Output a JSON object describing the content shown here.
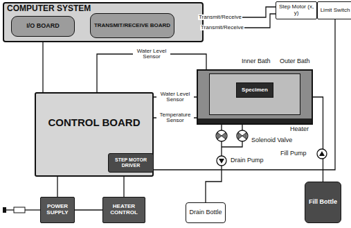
{
  "diagram": {
    "nodes": [
      {
        "text": [
          "COMPUTER SYSTEM"
        ]
      },
      {
        "text": [
          "I/O BOARD"
        ],
        "in": 0
      },
      {
        "text": [
          "TRANSMIT/RECEIVE BOARD"
        ],
        "in": 0
      },
      {
        "text": [
          "Step Motor (x, y)"
        ]
      },
      {
        "text": [
          "Limit Switch"
        ]
      },
      {
        "text": [
          "Outer Bath"
        ]
      },
      {
        "text": [
          "Inner Bath"
        ],
        "in": 5
      },
      {
        "text": [
          "Specimen"
        ],
        "in": 6
      },
      {
        "text": [
          "CONTROL BOARD"
        ]
      },
      {
        "text": [
          "STEP MOTOR DRIVER"
        ],
        "in": 8
      },
      {
        "text": [
          "POWER SUPPLY"
        ]
      },
      {
        "text": [
          "HEATER CONTROL"
        ]
      },
      {
        "text": [
          "Drain Bottle"
        ]
      },
      {
        "text": [
          "Fill Bottle"
        ]
      }
    ],
    "edges": [
      {
        "from": 1,
        "to": 8,
        "arrow": "none"
      },
      {
        "from": 2,
        "to": 3,
        "label": "Transmit/Receive",
        "arrow": "none"
      },
      {
        "from": 2,
        "to": 3,
        "label": "Transmit/Receive",
        "arrow": "none"
      },
      {
        "from": 8,
        "to": 5,
        "label": "Water Level Sensor",
        "arrow": "none"
      },
      {
        "from": 8,
        "to": 5,
        "label": "Water Level Sensor",
        "arrow": "none"
      },
      {
        "from": 8,
        "to": 5,
        "label": "Temperature Sensor",
        "arrow": "none"
      },
      {
        "from": 10,
        "to": 8,
        "arrow": "none"
      },
      {
        "from": 11,
        "to": 8,
        "arrow": "none"
      },
      {
        "from": 10,
        "to": 11,
        "arrow": "none"
      },
      {
        "from": 13,
        "to": 5,
        "arrow": "none"
      },
      {
        "from": 5,
        "to": 12,
        "arrow": "none"
      },
      {
        "from": 8,
        "to": 4,
        "arrow": "none"
      }
    ],
    "labels": [
      "Heater",
      "Solenoid Valve",
      "Drain Pump",
      "Fill Pump"
    ]
  }
}
